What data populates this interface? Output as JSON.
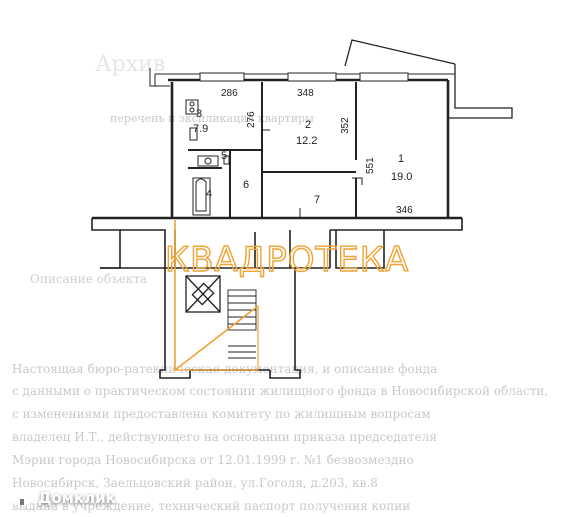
{
  "rooms": [
    {
      "number": "1",
      "area": "19.0"
    },
    {
      "number": "2",
      "area": "12.2"
    },
    {
      "number": "3",
      "area": "7.9"
    },
    {
      "number": "4",
      "area": ""
    },
    {
      "number": "5",
      "area": ""
    },
    {
      "number": "6",
      "area": ""
    },
    {
      "number": "7",
      "area": ""
    }
  ],
  "dimensions": {
    "room3_width": "286",
    "room3_depth": "276",
    "room2_width": "348",
    "room2_depth": "352",
    "room1_depth": "551",
    "room1_width": "346"
  },
  "watermark": "КВАДРОТЕКА",
  "brand": {
    "name": "Домклик",
    "accent": "#f1a234"
  },
  "background_text": [
    "Архив",
    "перечень и экспликация квартиры",
    "Описание объекта",
    "Настоящая бюро-ратекническая документация, и описание фонда",
    "с данными о практическом состоянии жилищного фонда в Новосибирской области,",
    "с изменениями предоставлена комитету по жилищным вопросам",
    "владелец И.Т., действующего на основании приказа председателя",
    "Мэрии города Новосибирска от 12.01.1999 г. №1 безвозмездно",
    "Новосибирск, Заельцовский район, ул.Гоголя, д.203, кв.8",
    "выдана в учреждение, технический паспорт получения копии"
  ]
}
